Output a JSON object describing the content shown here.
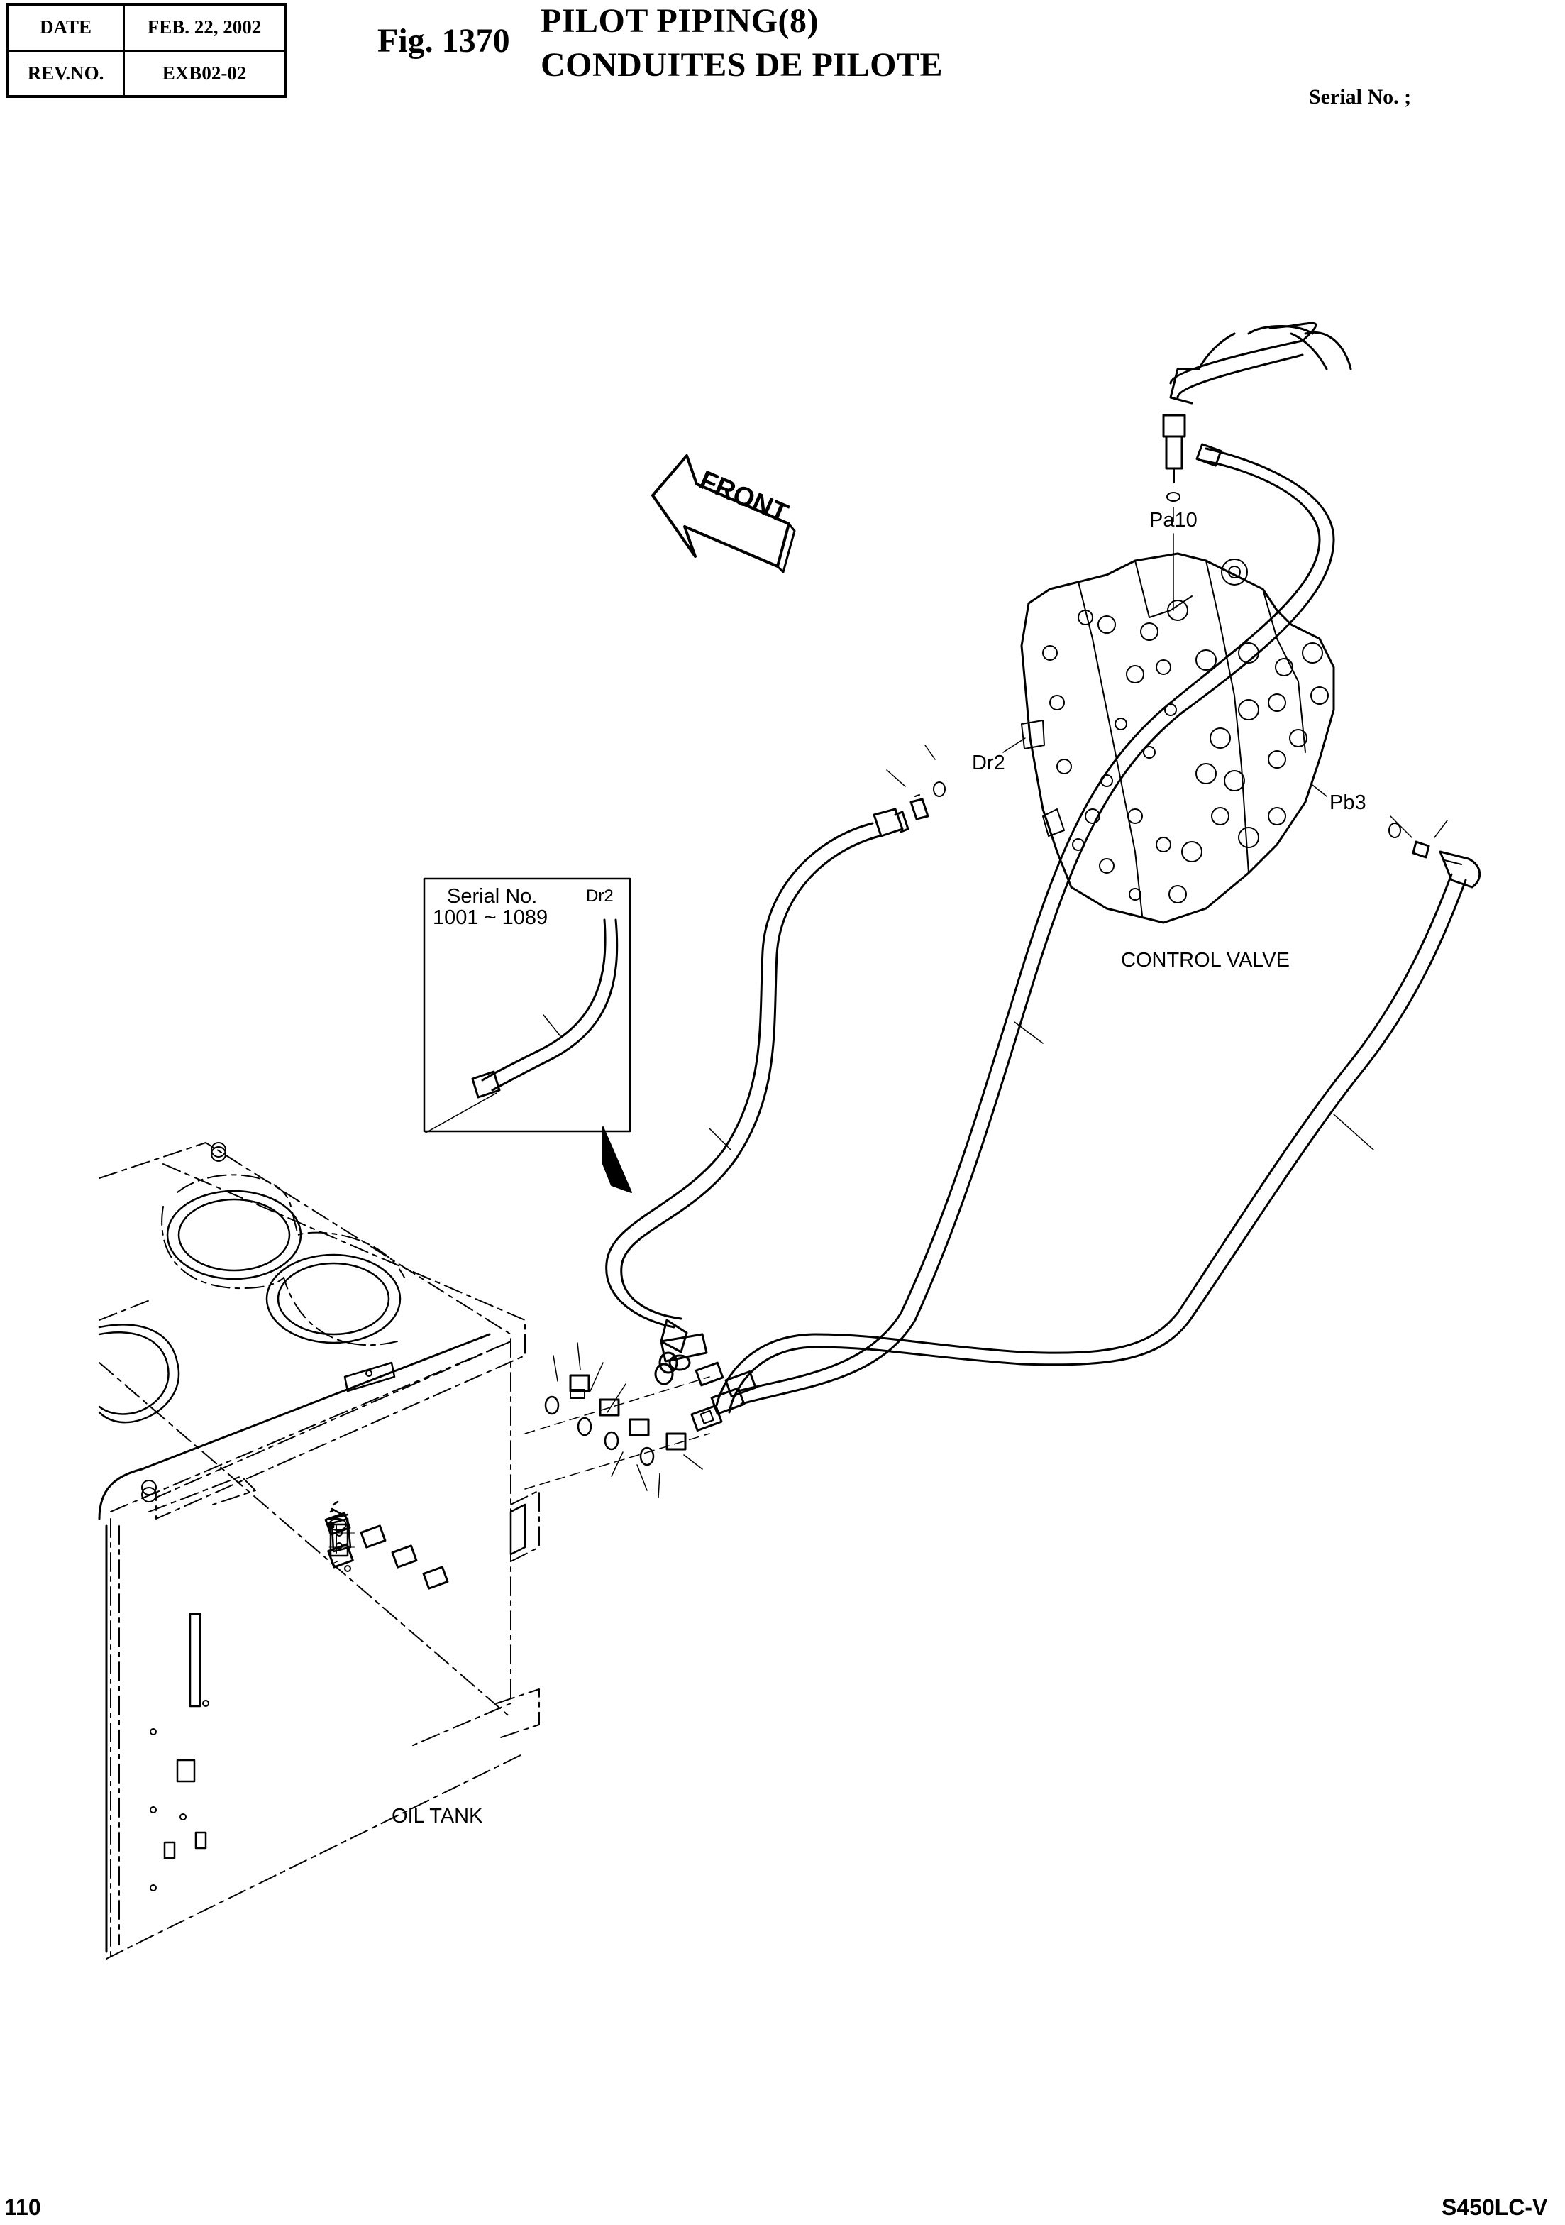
{
  "header": {
    "date_label": "DATE",
    "date_value": "FEB. 22, 2002",
    "rev_label": "REV.NO.",
    "rev_value": "EXB02-02",
    "figure_number": "Fig. 1370",
    "title_en": "PILOT PIPING(8)",
    "title_fr": "CONDUITES DE PILOTE",
    "serial": "Serial No. ;"
  },
  "labels": {
    "front": "FRONT",
    "pa10": "Pa10",
    "dr2": "Dr2",
    "pb3": "Pb3",
    "control_valve": "CONTROL VALVE",
    "oil_tank": "OIL TANK"
  },
  "inset": {
    "serial_label": "Serial No.",
    "serial_range": "1001 ~ 1089",
    "port": "Dr2"
  },
  "footer": {
    "page": "110",
    "model": "S450LC-V"
  }
}
